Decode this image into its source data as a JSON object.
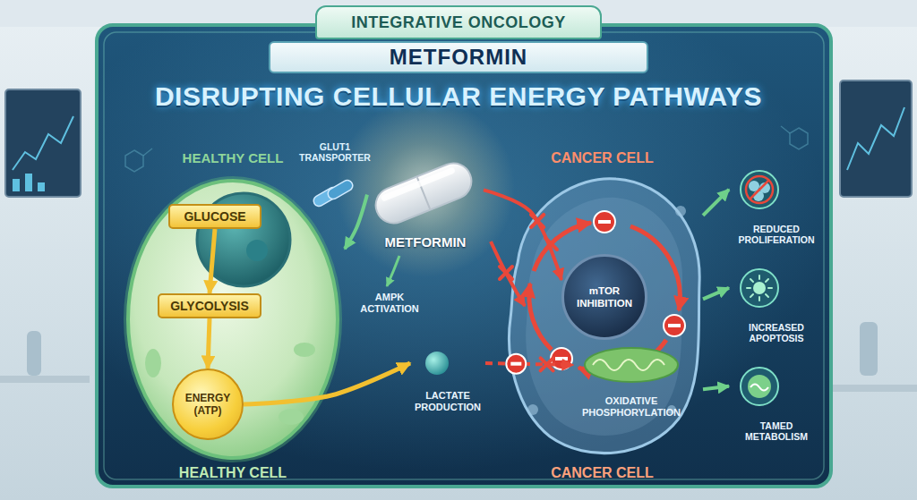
{
  "diagram": {
    "title": "DISRUPTING CELLULAR ENERGY PATHWAYS",
    "nodes": [
      {
        "text": [
          "INTEGRATIVE ONCOLOGY"
        ]
      },
      {
        "text": [
          "METFORMIN"
        ]
      },
      {
        "text": [
          "HEALTHY CELL",
          "HEALTHY CELL"
        ]
      },
      {
        "text": [
          "GLUCOSE"
        ],
        "in": 2
      },
      {
        "text": [
          "GLYCOLYSIS"
        ],
        "in": 2
      },
      {
        "text": [
          "ENERGY (ATP)"
        ],
        "in": 2
      },
      {
        "text": [
          "GLUT1 TRANSPORTER"
        ]
      },
      {
        "text": [
          "METFORMIN"
        ]
      },
      {
        "text": [
          "CANCER CELL",
          "CANCER CELL"
        ]
      },
      {
        "text": [
          "mTOR INHIBITION"
        ],
        "in": 8
      },
      {
        "text": [
          "OXIDATIVE PHOSPHORYLATION"
        ],
        "in": 8
      },
      {
        "text": [
          "LACTATE PRODUCTION"
        ]
      },
      {
        "text": [
          "REDUCED PROLIFERATION"
        ]
      },
      {
        "text": [
          "INCREASED APOPTOSIS"
        ]
      },
      {
        "text": [
          "TAMED METABOLISM"
        ]
      }
    ],
    "edges": [
      {
        "from": 3,
        "to": 4,
        "arrow": "to"
      },
      {
        "from": 4,
        "to": 5,
        "arrow": "to"
      },
      {
        "from": 7,
        "to": 2,
        "arrow": "to"
      },
      {
        "from": 5,
        "to": 11,
        "arrow": "to"
      },
      {
        "from": 11,
        "to": 10,
        "arrow": "to"
      },
      {
        "from": 7,
        "to": 9,
        "arrow": "to"
      },
      {
        "from": 8,
        "to": 12,
        "arrow": "to"
      },
      {
        "from": 8,
        "to": 13,
        "arrow": "to"
      },
      {
        "from": 8,
        "to": 14,
        "arrow": "to"
      }
    ],
    "labels": [
      "AMPK ACTIVATION"
    ]
  }
}
